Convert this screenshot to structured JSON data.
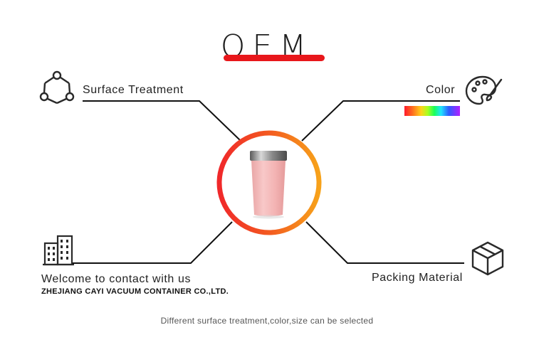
{
  "title": "OEM",
  "labels": {
    "surface_treatment": "Surface Treatment",
    "color": "Color",
    "contact": "Welcome to contact with us",
    "company": "ZHEJIANG CAYI  VACUUM CONTAINER  CO.,LTD.",
    "packing": "Packing Material"
  },
  "footer": "Different surface treatment,color,size can be selected",
  "colors": {
    "accent_red": "#e8171b",
    "ring_red": "#f0282a",
    "ring_orange": "#f7a21a",
    "product_pink": "#f4b8b8"
  },
  "icons": [
    "hexagon-nodes-icon",
    "palette-icon",
    "building-icon",
    "box-icon"
  ]
}
